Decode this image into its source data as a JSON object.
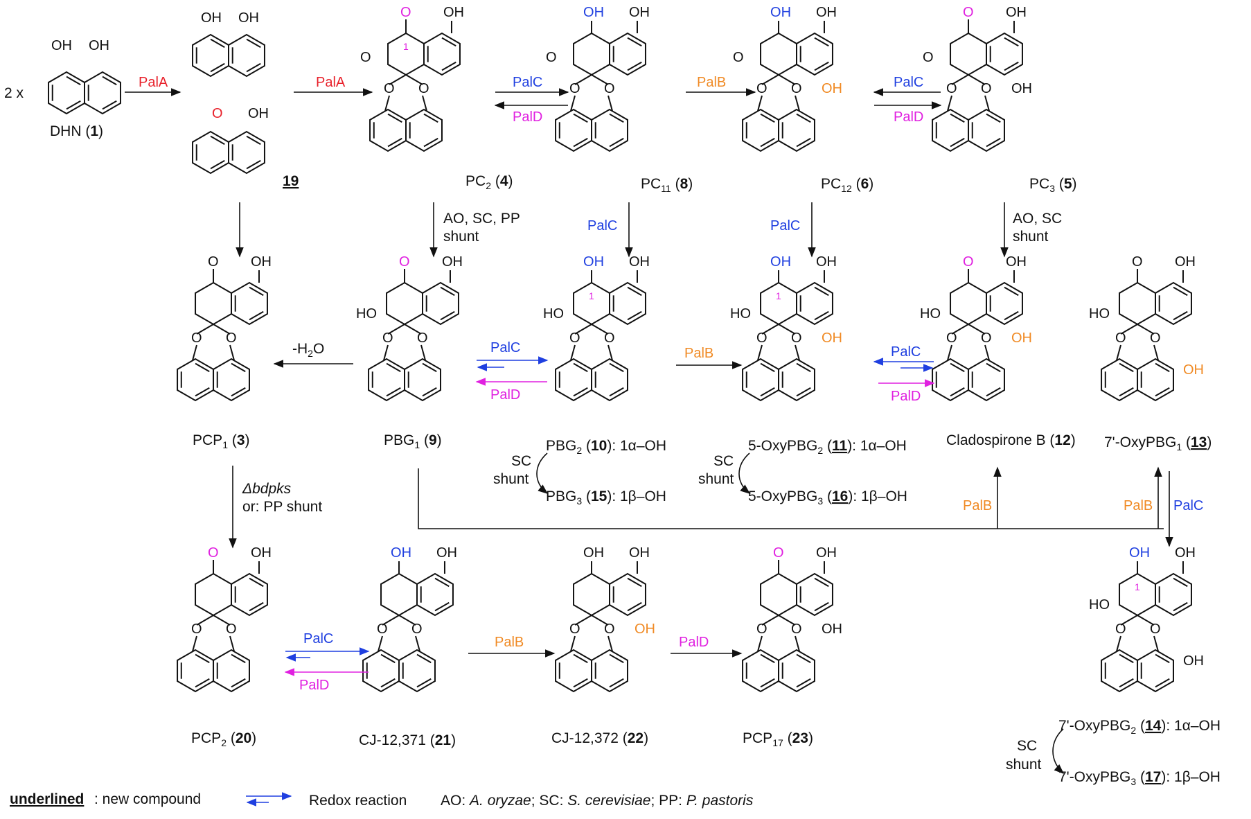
{
  "colors": {
    "palA": "#e8202a",
    "palB": "#f08a24",
    "palC": "#1f3fe0",
    "palD": "#e020e0",
    "ketone": "#e020e0",
    "hydroxyl_blue": "#1f3fe0",
    "hydroxyl_orange": "#f08a24",
    "ether_red": "#e8202a"
  },
  "prefix": "2 x",
  "compounds": {
    "dhn": "DHN (1)",
    "c19": "19",
    "pc2": "PC2 (4)",
    "pc11": "PC11 (8)",
    "pc12": "PC12 (6)",
    "pc3": "PC3 (5)",
    "pcp1": "PCP1 (3)",
    "pbg1": "PBG1 (9)",
    "pbg2": "PBG2 (10): 1α–OH",
    "pbg3": "PBG3 (15): 1β–OH",
    "oxypbg2": "5-OxyPBG2 (11): 1α–OH",
    "oxypbg3": "5-OxyPBG3 (16): 1β–OH",
    "cladospirone": "Cladospirone B (12)",
    "oxypbg1_7": "7'-OxyPBG1 (13)",
    "oxypbg2_7": "7'-OxyPBG2 (14): 1α–OH",
    "oxypbg3_7": "7'-OxyPBG3 (17): 1β–OH",
    "pcp2": "PCP2 (20)",
    "cj371": "CJ-12,371 (21)",
    "cj372": "CJ-12,372 (22)",
    "pcp17": "PCP17 (23)"
  },
  "enzymes": {
    "palA": "PalA",
    "palB": "PalB",
    "palC": "PalC",
    "palD": "PalD"
  },
  "conditions": {
    "ao_sc_pp": "AO, SC, PP",
    "ao_sc": "AO, SC",
    "shunt": "shunt",
    "sc": "SC",
    "minus_h2o": "-H2O",
    "delta_bdpks": "Δbdpks",
    "or_pp_shunt": "or:  PP shunt"
  },
  "atoms": {
    "oh": "OH",
    "ho": "HO",
    "o": "O",
    "pos1": "1",
    "pos5": "5",
    "pos7": "7'"
  },
  "legend": {
    "underlined": "underlined",
    "underlined_desc": ": new compound",
    "redox": "Redox reaction",
    "ao": "AO: ",
    "ao_org": "A. oryzae",
    "sc": ";  SC: ",
    "sc_org": "S. cerevisiae",
    "pp": ";  PP: ",
    "pp_org": "P. pastoris"
  }
}
